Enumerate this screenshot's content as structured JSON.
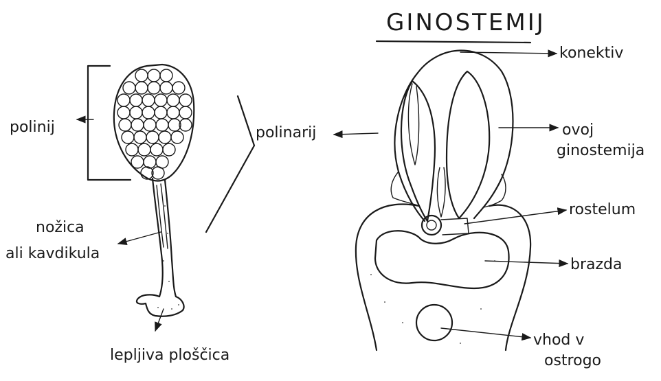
{
  "title": "GINOSTEMIJ",
  "labels": {
    "polinij": "polinij",
    "nozica": "nožica",
    "kavdikula": "ali kavdikula",
    "lepljiva": "lepljiva ploščica",
    "polinarij": "polinarij",
    "konektiv": "konektiv",
    "ovoj1": "ovoj",
    "ovoj2": "ginostemija",
    "rostelum": "rostelum",
    "brazda": "brazda",
    "vhod1": "vhod v",
    "vhod2": "ostrogo"
  }
}
